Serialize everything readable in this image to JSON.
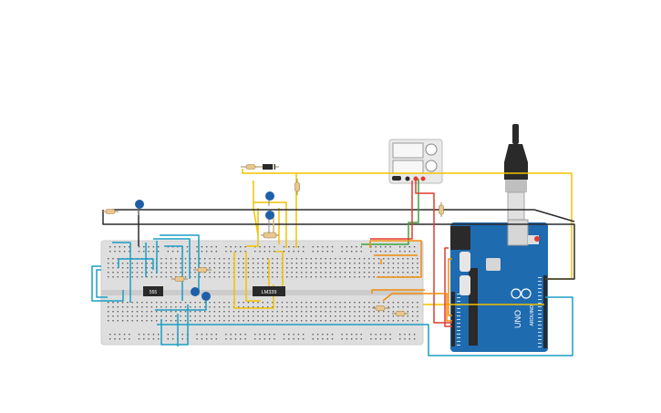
{
  "canvas": {
    "background": "#ffffff"
  },
  "breadboard": {
    "color": "#dedede",
    "hole_color": "#5b5b5b"
  },
  "chips": [
    {
      "id": "ic-555",
      "label": "555"
    },
    {
      "id": "ic-lm339",
      "label": "LM339"
    }
  ],
  "arduino": {
    "board_color": "#1f6bb0",
    "logo_text": "UNO",
    "brand_text": "ARDUINO"
  },
  "power_supply": {
    "display_color": "#f2f2f2"
  },
  "wire_colors": {
    "yellow": "#f2c200",
    "blue": "#1b9ec4",
    "black": "#2a2a2a",
    "red": "#e23a2f",
    "green": "#3ca63c",
    "orange": "#f08c0a",
    "tan": "#d9b26c"
  },
  "capacitor_color": "#1f5fa8",
  "icons": {
    "usb_cable": "usb-cable-icon",
    "capacitor": "ceramic-capacitor-icon",
    "resistor": "resistor-icon",
    "diode": "diode-icon"
  }
}
